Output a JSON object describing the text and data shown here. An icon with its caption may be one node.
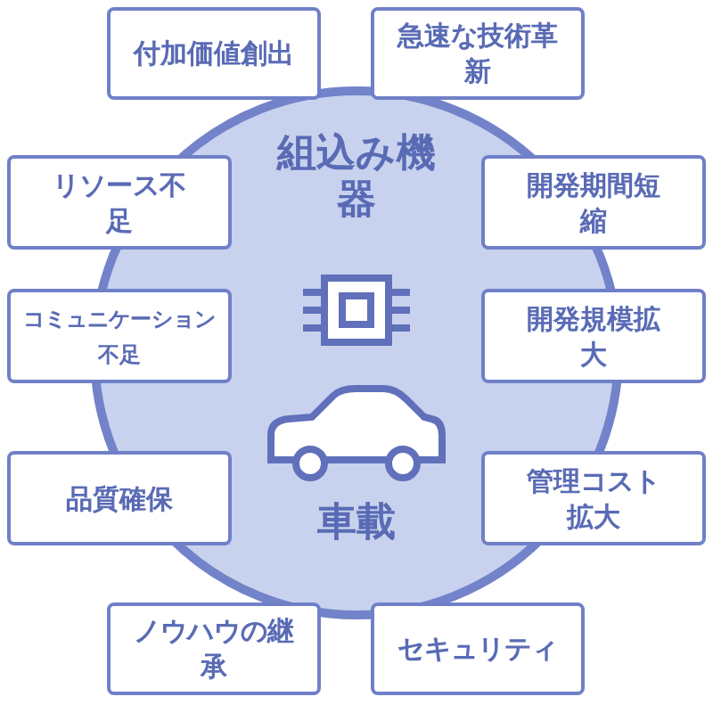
{
  "diagram": {
    "nodes": [
      {
        "text": [
          "組込み機器",
          "車載"
        ]
      },
      {
        "text": [
          "付加価値創出"
        ]
      },
      {
        "text": [
          "急速な技術革新"
        ]
      },
      {
        "text": [
          "リソース不足"
        ]
      },
      {
        "text": [
          "開発期間短縮"
        ]
      },
      {
        "text": [
          "コミュニケーション不足"
        ]
      },
      {
        "text": [
          "開発規模拡大"
        ]
      },
      {
        "text": [
          "品質確保"
        ]
      },
      {
        "text": [
          "管理コスト拡大"
        ]
      },
      {
        "text": [
          "ノウハウの継承"
        ]
      },
      {
        "text": [
          "セキュリティ"
        ]
      }
    ]
  }
}
